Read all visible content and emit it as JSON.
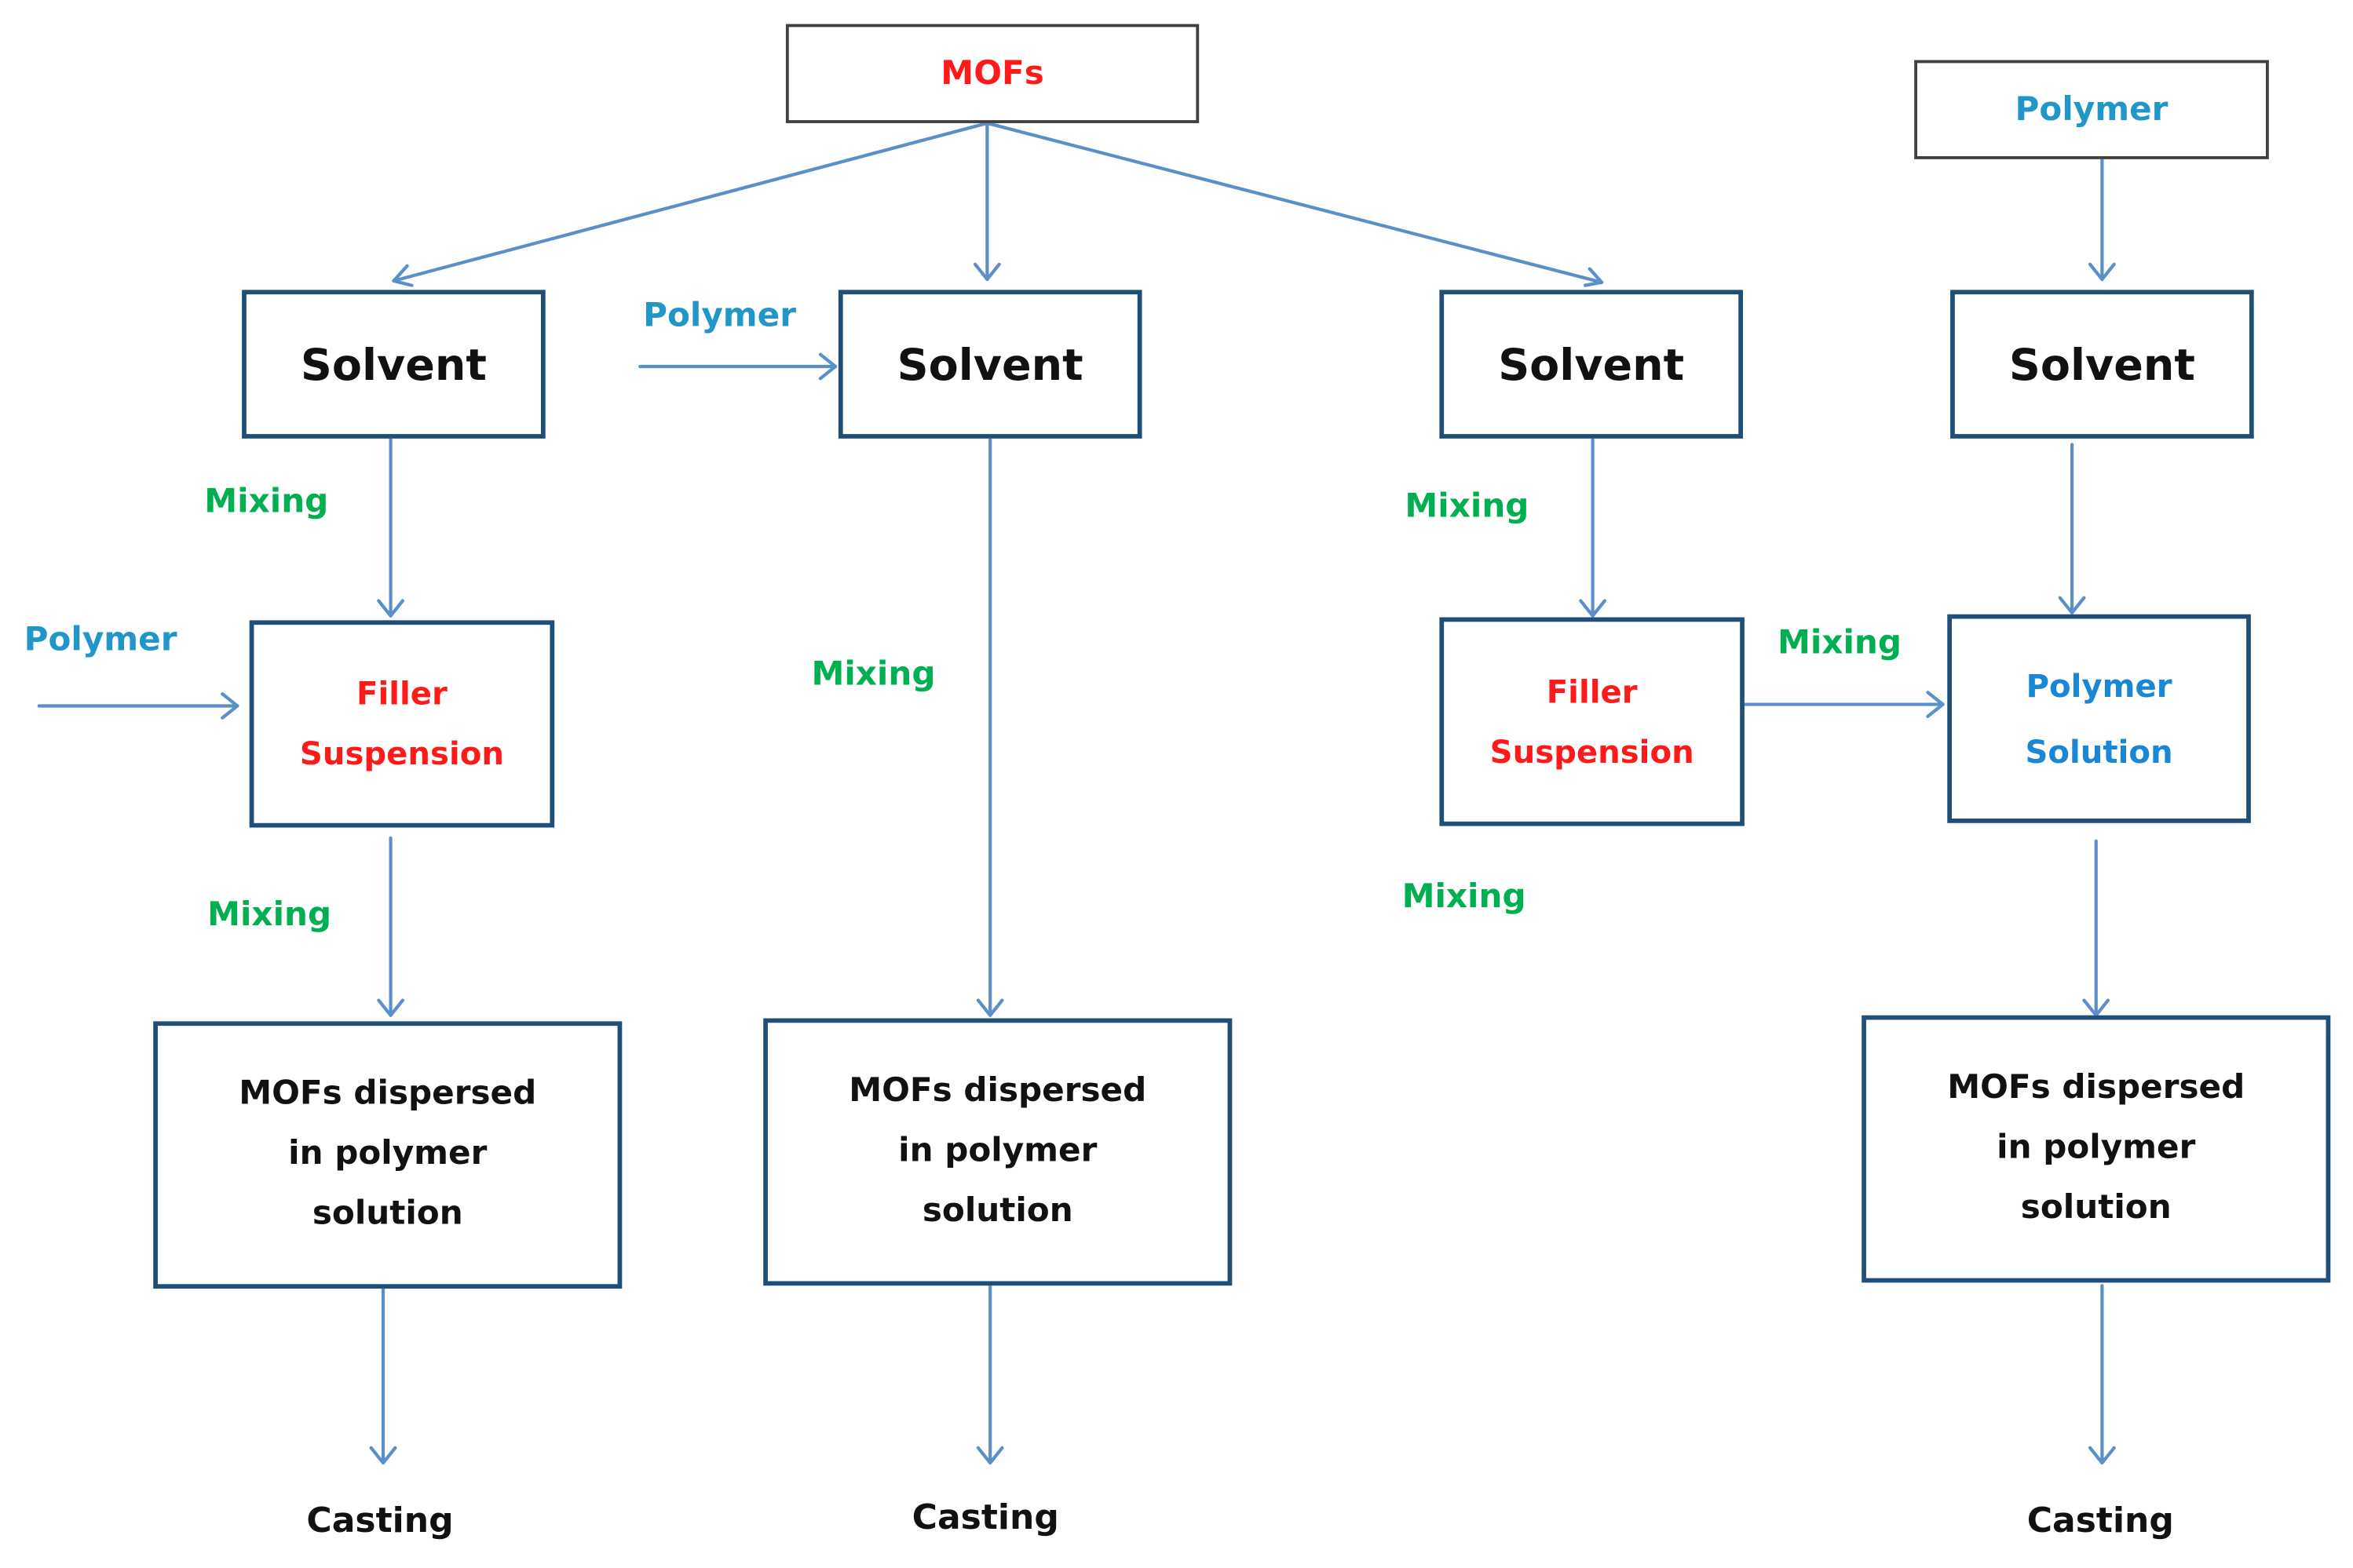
{
  "top_sources": {
    "mofs": "MOFs",
    "polymer": "Polymer"
  },
  "col1": {
    "solvent": "Solvent",
    "mixing_1": "Mixing",
    "polymer_input": "Polymer",
    "suspension_line1": "Filler",
    "suspension_line2": "Suspension",
    "mixing_2": "Mixing",
    "result_lines": [
      "MOFs dispersed",
      "in polymer",
      "solution"
    ],
    "casting": "Casting"
  },
  "col2": {
    "polymer_input": "Polymer",
    "solvent": "Solvent",
    "mixing": "Mixing",
    "result_lines": [
      "MOFs dispersed",
      "in polymer",
      "solution"
    ],
    "casting": "Casting"
  },
  "col3": {
    "solvent": "Solvent",
    "mixing_1": "Mixing",
    "suspension_line1": "Filler",
    "suspension_line2": "Suspension",
    "mixing_2": "Mixing",
    "mixing_3": "Mixing"
  },
  "col4": {
    "solvent": "Solvent",
    "polymer_solution_line1": "Polymer",
    "polymer_solution_line2": "Solution",
    "result_lines": [
      "MOFs dispersed",
      "in polymer",
      "solution"
    ],
    "casting": "Casting"
  },
  "colors": {
    "box_border": "#1F4E79",
    "arrow": "#5B8FC7",
    "mofs_text": "#ff1a1a",
    "mixing_text": "#00b050",
    "polymer_text": "#2196c9"
  }
}
